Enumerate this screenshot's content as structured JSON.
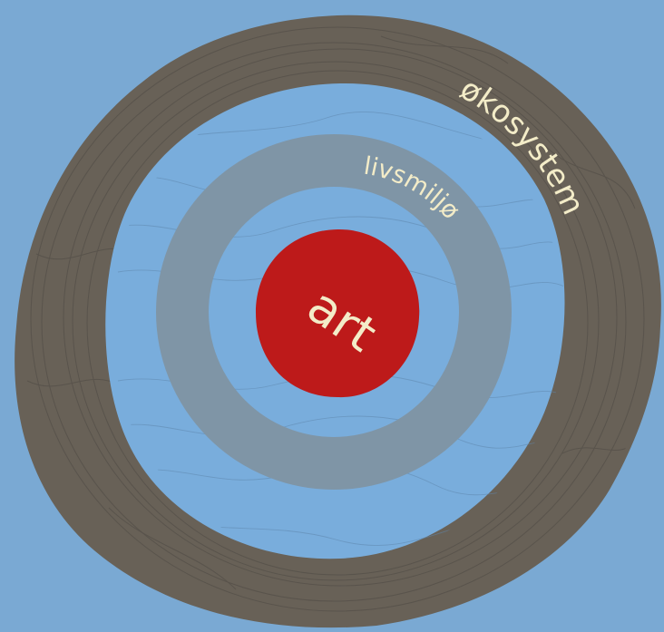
{
  "labels": {
    "outer": "økosystem",
    "middle": "livsmiljø",
    "center": "art"
  },
  "colors": {
    "background": "#7aa9d3",
    "ecosystem_ring": "#686157",
    "contour_lines": "#4e4a44",
    "inner_water": "#79addc",
    "habitat_ring": "#7f95a6",
    "species_core": "#bd1a1a",
    "label_text": "#f3ecc8"
  }
}
